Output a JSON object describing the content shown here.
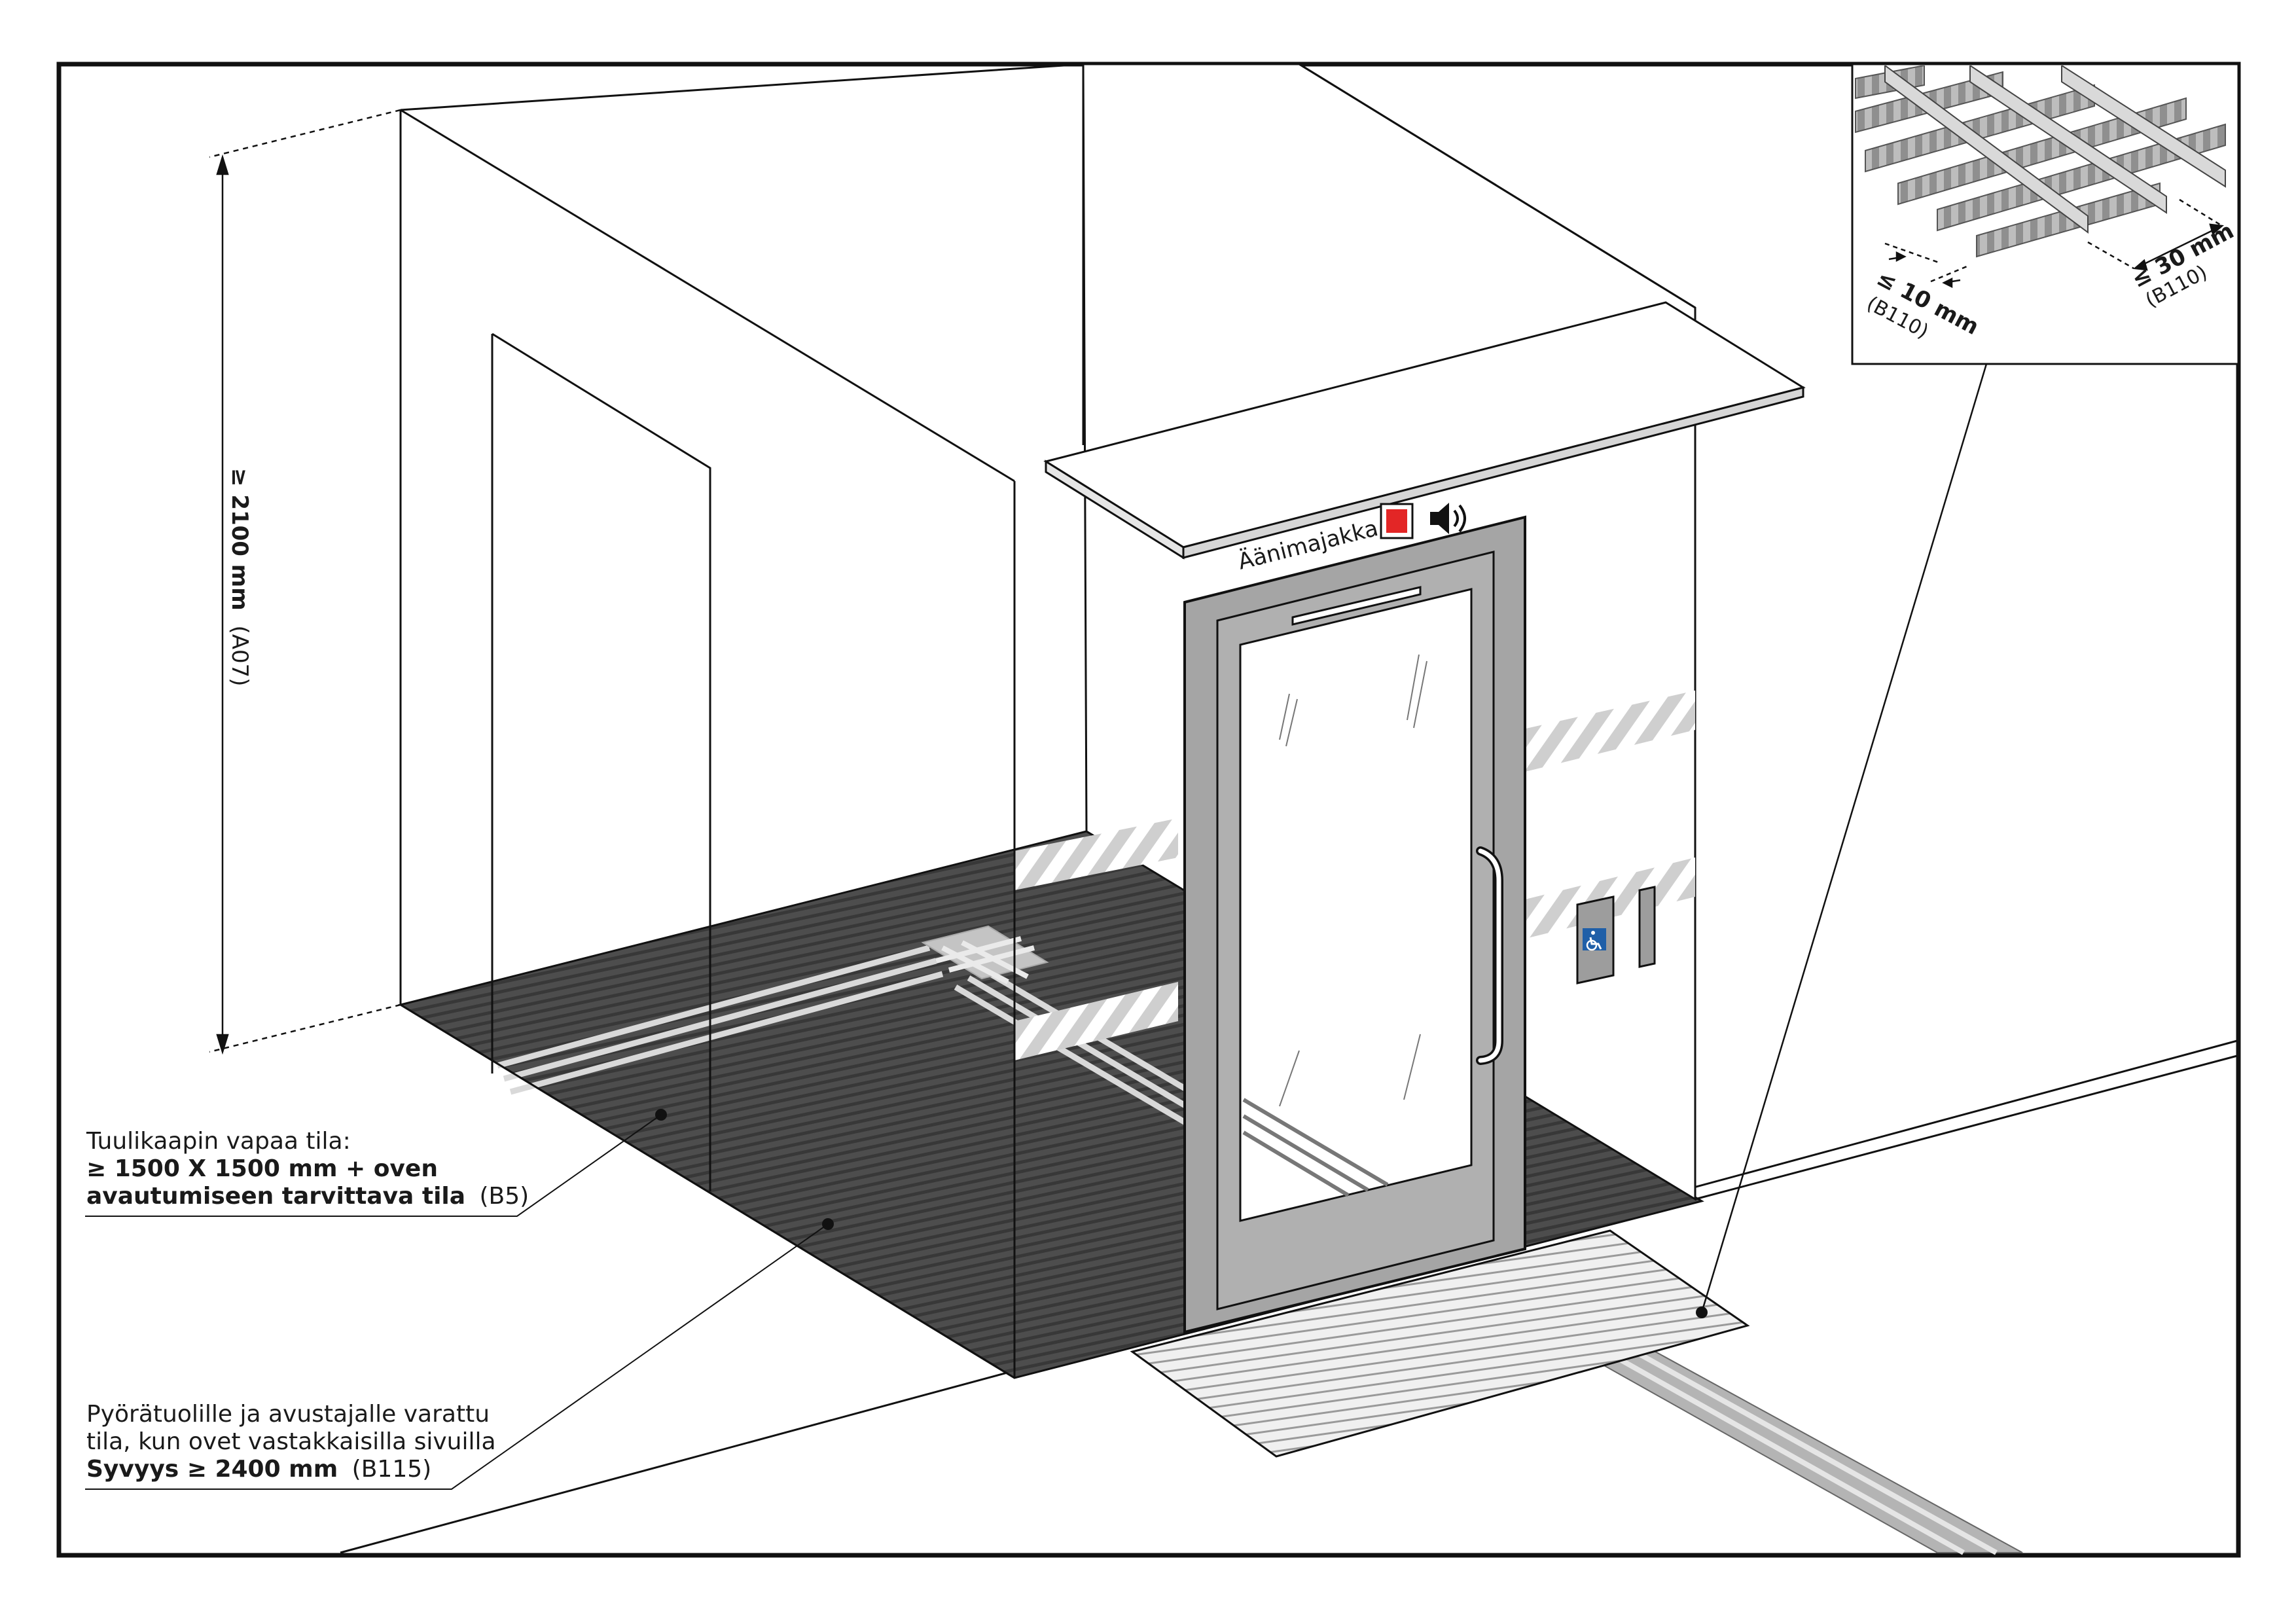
{
  "height_dimension": {
    "value": "≥ 2100 mm",
    "ref": "(A07)"
  },
  "sound_beacon": {
    "label": "Äänimajakka"
  },
  "inset_grating": {
    "gap_value": "≤ 10 mm",
    "gap_ref": "(B110)",
    "width_value": "≤ 30 mm",
    "width_ref": "(B110)"
  },
  "annotation_free_space": {
    "line1": "Tuulikaapin vapaa tila:",
    "line2": "≥ 1500 X 1500 mm + oven",
    "line3_bold": "avautumiseen tarvittava tila",
    "line3_ref": "(B5)"
  },
  "annotation_wheelchair": {
    "line1": "Pyörätuolille ja avustajalle varattu",
    "line2": "tila, kun ovet vastakkaisilla sivuilla",
    "line3_bold": "Syvyys ≥ 2400 mm",
    "line3_ref": "(B115)"
  },
  "colors": {
    "outline": "#111111",
    "mat": "#4a4a4a",
    "door_frame": "#a9a9a9",
    "signal_red": "#e32626",
    "wheelchair_blue": "#1f5fa8",
    "stripe_grey": "#c8c8c8"
  }
}
